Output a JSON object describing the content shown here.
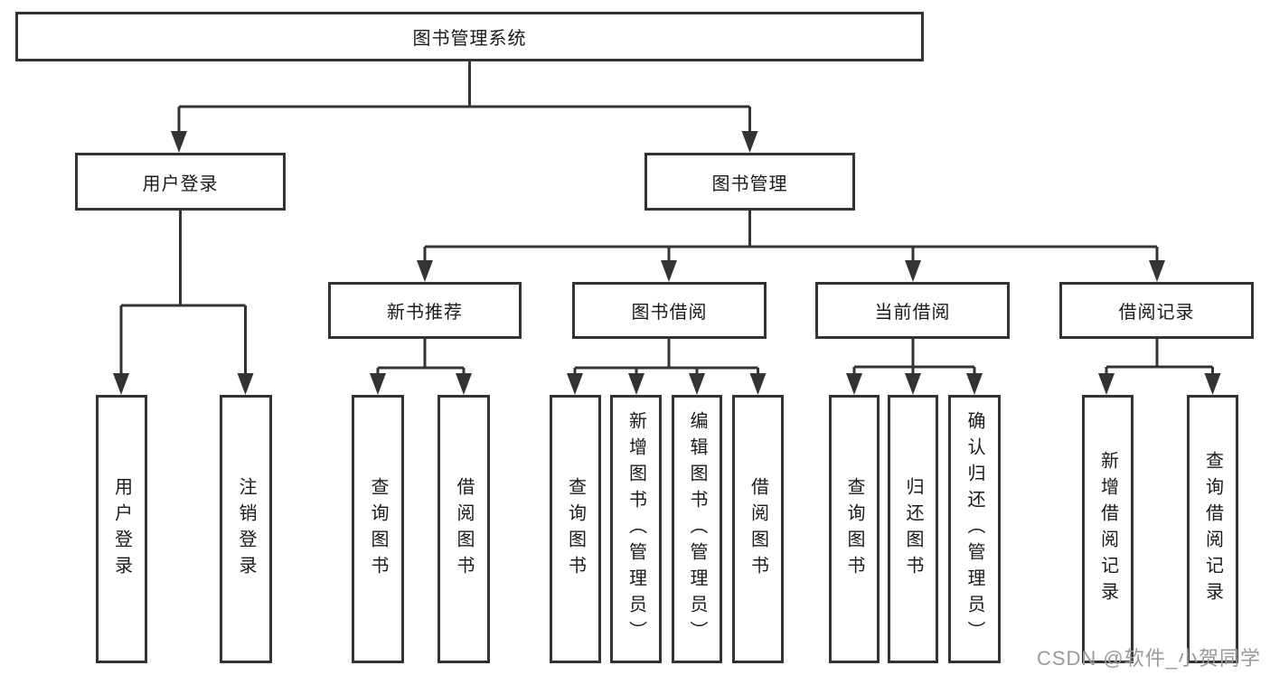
{
  "diagram": {
    "root": "图书管理系统",
    "level2": {
      "user_login": "用户登录",
      "book_mgmt": "图书管理"
    },
    "level3": {
      "new_books": "新书推荐",
      "book_borrow": "图书借阅",
      "current_borrow": "当前借阅",
      "borrow_records": "借阅记录"
    },
    "leaves": {
      "user_login_login": "用户登录",
      "user_login_logout": "注销登录",
      "new_books_query": "查询图书",
      "new_books_borrow": "借阅图书",
      "borrow_query": "查询图书",
      "borrow_add": "新增图书（管理员）",
      "borrow_edit": "编辑图书（管理员）",
      "borrow_borrow": "借阅图书",
      "current_query": "查询图书",
      "current_return": "归还图书",
      "current_confirm": "确认归还（管理员）",
      "records_add": "新增借阅记录",
      "records_query": "查询借阅记录"
    }
  },
  "watermark": "CSDN @软件_小贺同学",
  "colors": {
    "line": "#333333",
    "text": "#1a1a1a",
    "watermark": "#9a9a9a",
    "background": "#ffffff"
  }
}
